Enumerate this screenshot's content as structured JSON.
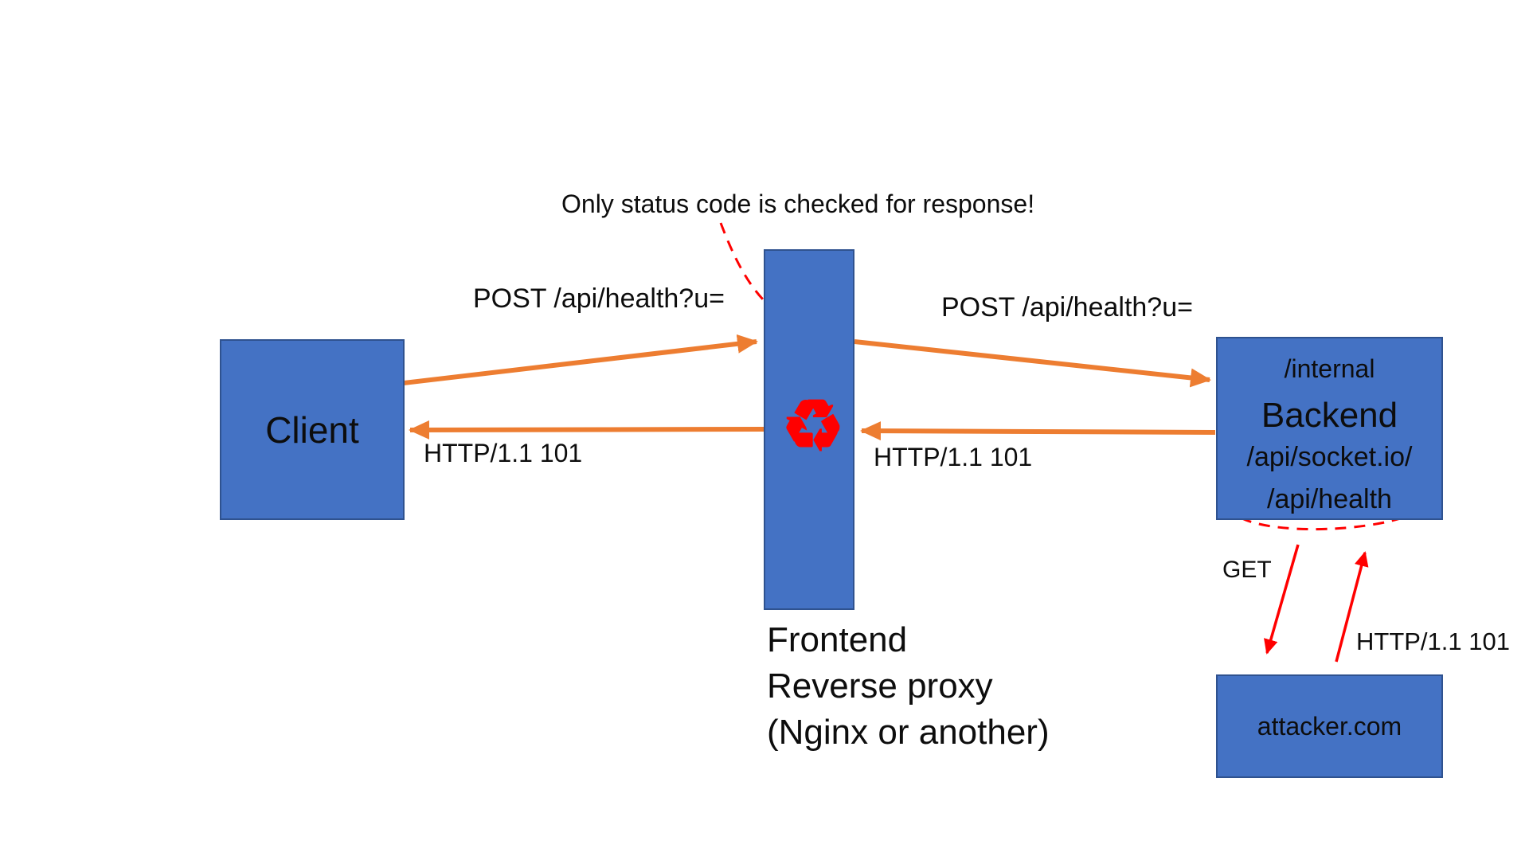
{
  "annotation": {
    "text": "Only status code is checked for response!"
  },
  "nodes": {
    "client": {
      "label": "Client"
    },
    "proxy": {
      "lines": [
        "Frontend",
        "Reverse proxy",
        "(Nginx or another)"
      ]
    },
    "backend": {
      "path_internal": "/internal",
      "title": "Backend",
      "path_socket": "/api/socket.io/",
      "path_health": "/api/health"
    },
    "attacker": {
      "label": "attacker.com"
    }
  },
  "edges": {
    "client_to_proxy": {
      "label": "POST /api/health?u="
    },
    "proxy_to_backend": {
      "label": "POST /api/health?u="
    },
    "proxy_to_client": {
      "label": "HTTP/1.1 101"
    },
    "backend_to_proxy": {
      "label": "HTTP/1.1 101"
    },
    "backend_to_attacker": {
      "label": "GET"
    },
    "attacker_to_backend": {
      "label": "HTTP/1.1 101"
    }
  },
  "icons": {
    "recycle_icon": "♻"
  },
  "colors": {
    "box_fill": "#4472C4",
    "box_border": "#2F528F",
    "arrow_orange": "#ED7D31",
    "accent_red": "#FF0000",
    "text": "#0d0d0d",
    "canvas_bg": "#ffffff"
  }
}
